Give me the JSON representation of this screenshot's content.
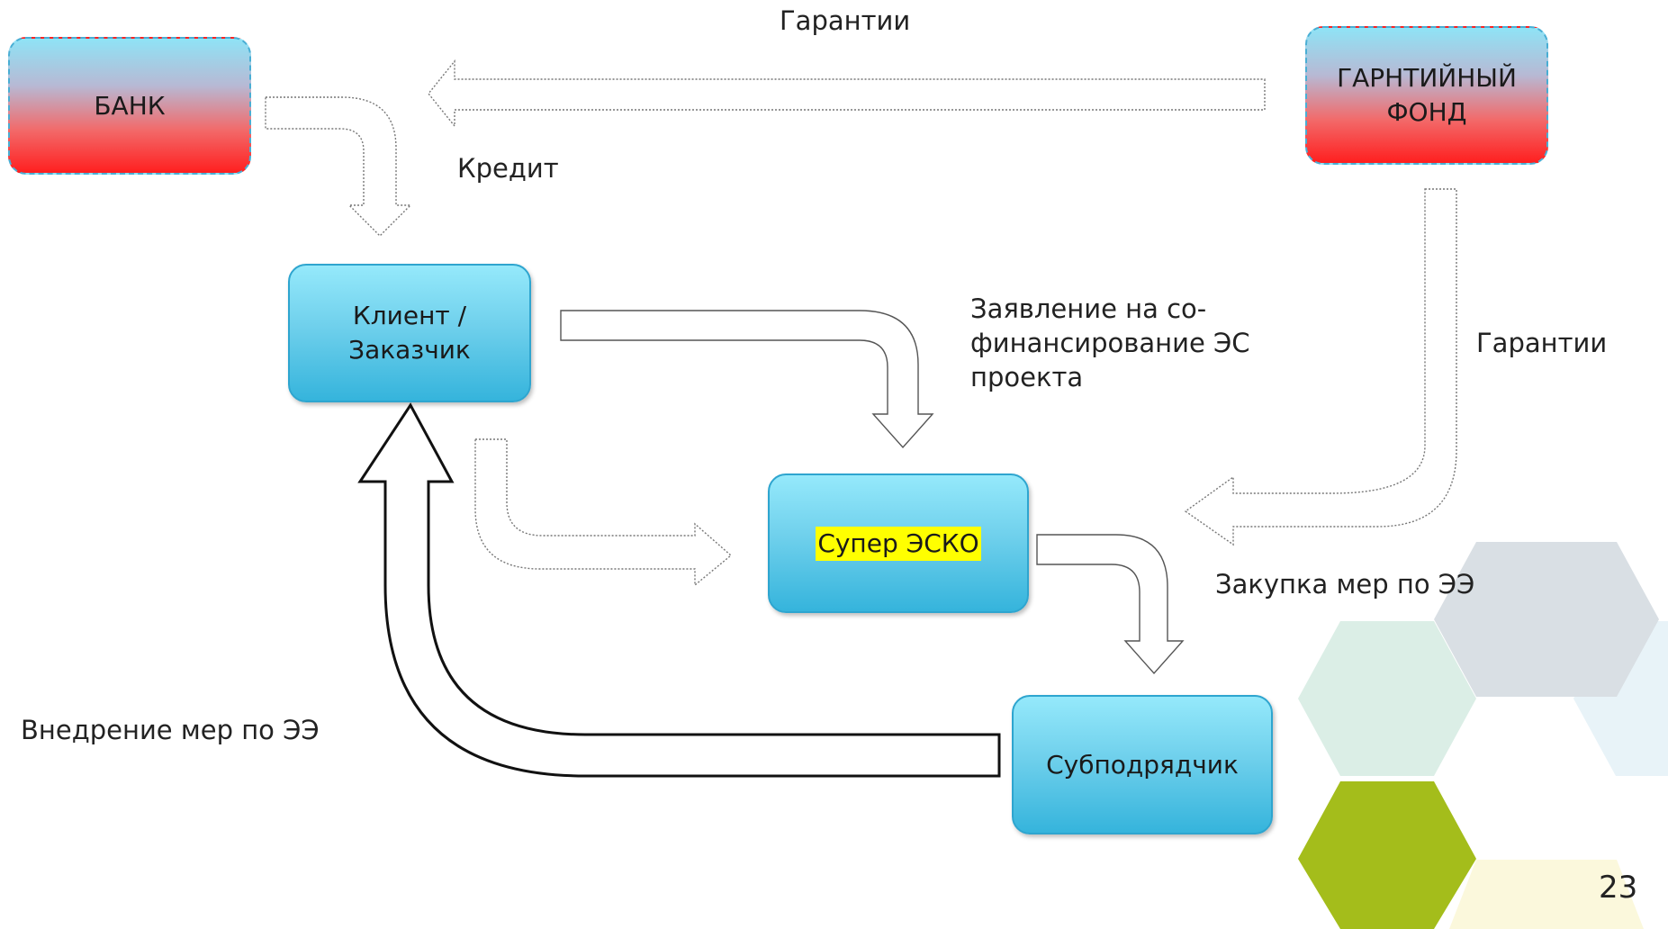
{
  "nodes": {
    "bank": "БАНК",
    "guarantee_fund": "ГАРНТИЙНЫЙ\nФОНД",
    "client": "Клиент /\nЗаказчик",
    "super_esco": "Супер ЭСКО",
    "subcontractor": "Субподрядчик"
  },
  "edges": {
    "fund_to_bank": "Гарантии",
    "bank_to_client": "Кредит",
    "client_to_esco": "Заявление на со-\nфинансирование ЭС\nпроекта",
    "fund_to_esco": "Гарантии",
    "esco_to_sub": "Закупка мер по ЭЭ",
    "sub_to_client": "Внедрение мер по ЭЭ"
  },
  "page_number": "23",
  "colors": {
    "box_blue": "#4ec3e6",
    "box_red": "#ff1f1f",
    "highlight": "#ffff00",
    "hex_lightgreen": "#dbeee6",
    "hex_gray": "#d9dfe4",
    "hex_green": "#a4bd1b",
    "hex_cream": "#fbf8dc",
    "hex_pale": "#e8f3f8"
  }
}
